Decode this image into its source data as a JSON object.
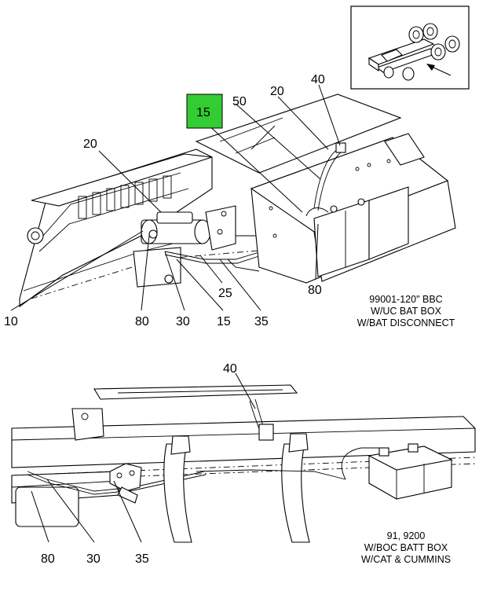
{
  "inset": {
    "icon": "truck-chassis-locator-icon"
  },
  "top_view": {
    "highlight_callout": "15",
    "callouts": [
      "40",
      "50",
      "20",
      "20",
      "10",
      "80",
      "30",
      "15",
      "25",
      "35",
      "80"
    ],
    "caption": [
      "99001-120\" BBC",
      "W/UC BAT BOX",
      "W/BAT DISCONNECT"
    ]
  },
  "bottom_view": {
    "callouts": [
      "40",
      "80",
      "30",
      "35"
    ],
    "caption": [
      "91, 9200",
      "W/BOC BATT BOX",
      "W/CAT & CUMMINS"
    ]
  },
  "colors": {
    "highlight": "#33cc33",
    "line": "#000000",
    "background": "#ffffff"
  }
}
